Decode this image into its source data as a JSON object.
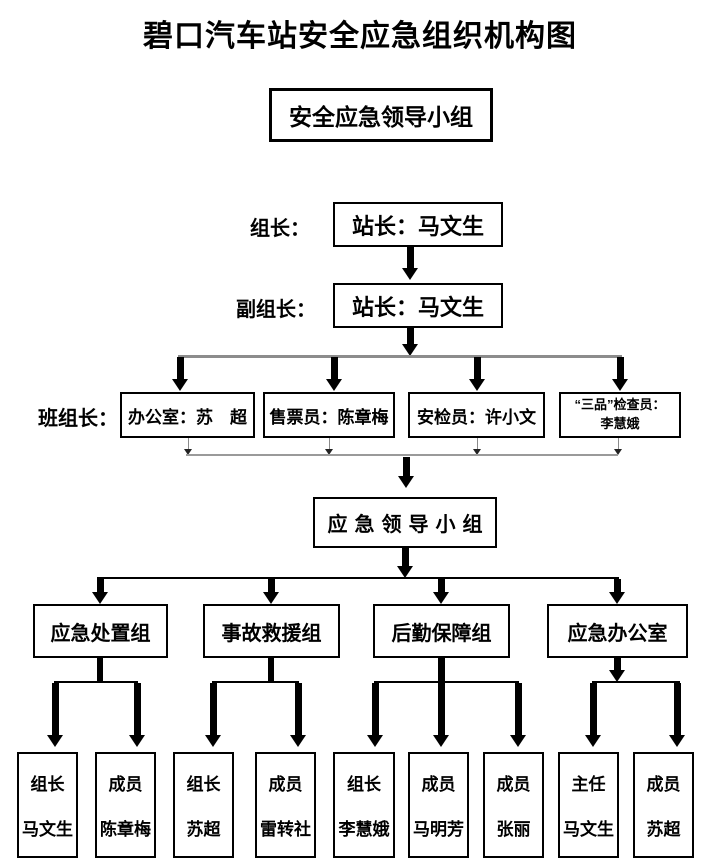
{
  "title": "碧口汽车站安全应急组织机构图",
  "top_box": {
    "label": "安全应急领导小组"
  },
  "rows": {
    "leader": {
      "label": "组长：",
      "value": "站长：马文生"
    },
    "deputy": {
      "label": "副组长：",
      "value": "站长：马文生"
    },
    "foreman": {
      "label": "班组长：",
      "boxes": [
        {
          "text": "办公室：苏　超"
        },
        {
          "text": "售票员：陈章梅"
        },
        {
          "text": "安检员：许小文"
        },
        {
          "text": "“三品”检查员：",
          "text2": "李慧娥"
        }
      ]
    }
  },
  "middle_box": {
    "label": "应急领导小组"
  },
  "groups": [
    {
      "label": "应急处置组"
    },
    {
      "label": "事故救援组"
    },
    {
      "label": "后勤保障组"
    },
    {
      "label": "应急办公室"
    }
  ],
  "members": [
    {
      "role": "组长",
      "name": "马文生"
    },
    {
      "role": "成员",
      "name": "陈章梅"
    },
    {
      "role": "组长",
      "name": "苏超"
    },
    {
      "role": "成员",
      "name": "雷转社"
    },
    {
      "role": "组长",
      "name": "李慧娥"
    },
    {
      "role": "成员",
      "name": "马明芳"
    },
    {
      "role": "成员",
      "name": "张丽"
    },
    {
      "role": "主任",
      "name": "马文生"
    },
    {
      "role": "成员",
      "name": "苏超"
    }
  ],
  "colors": {
    "line": "#000000",
    "gray_line": "#8c8c8c",
    "background": "#ffffff",
    "text": "#000000"
  }
}
